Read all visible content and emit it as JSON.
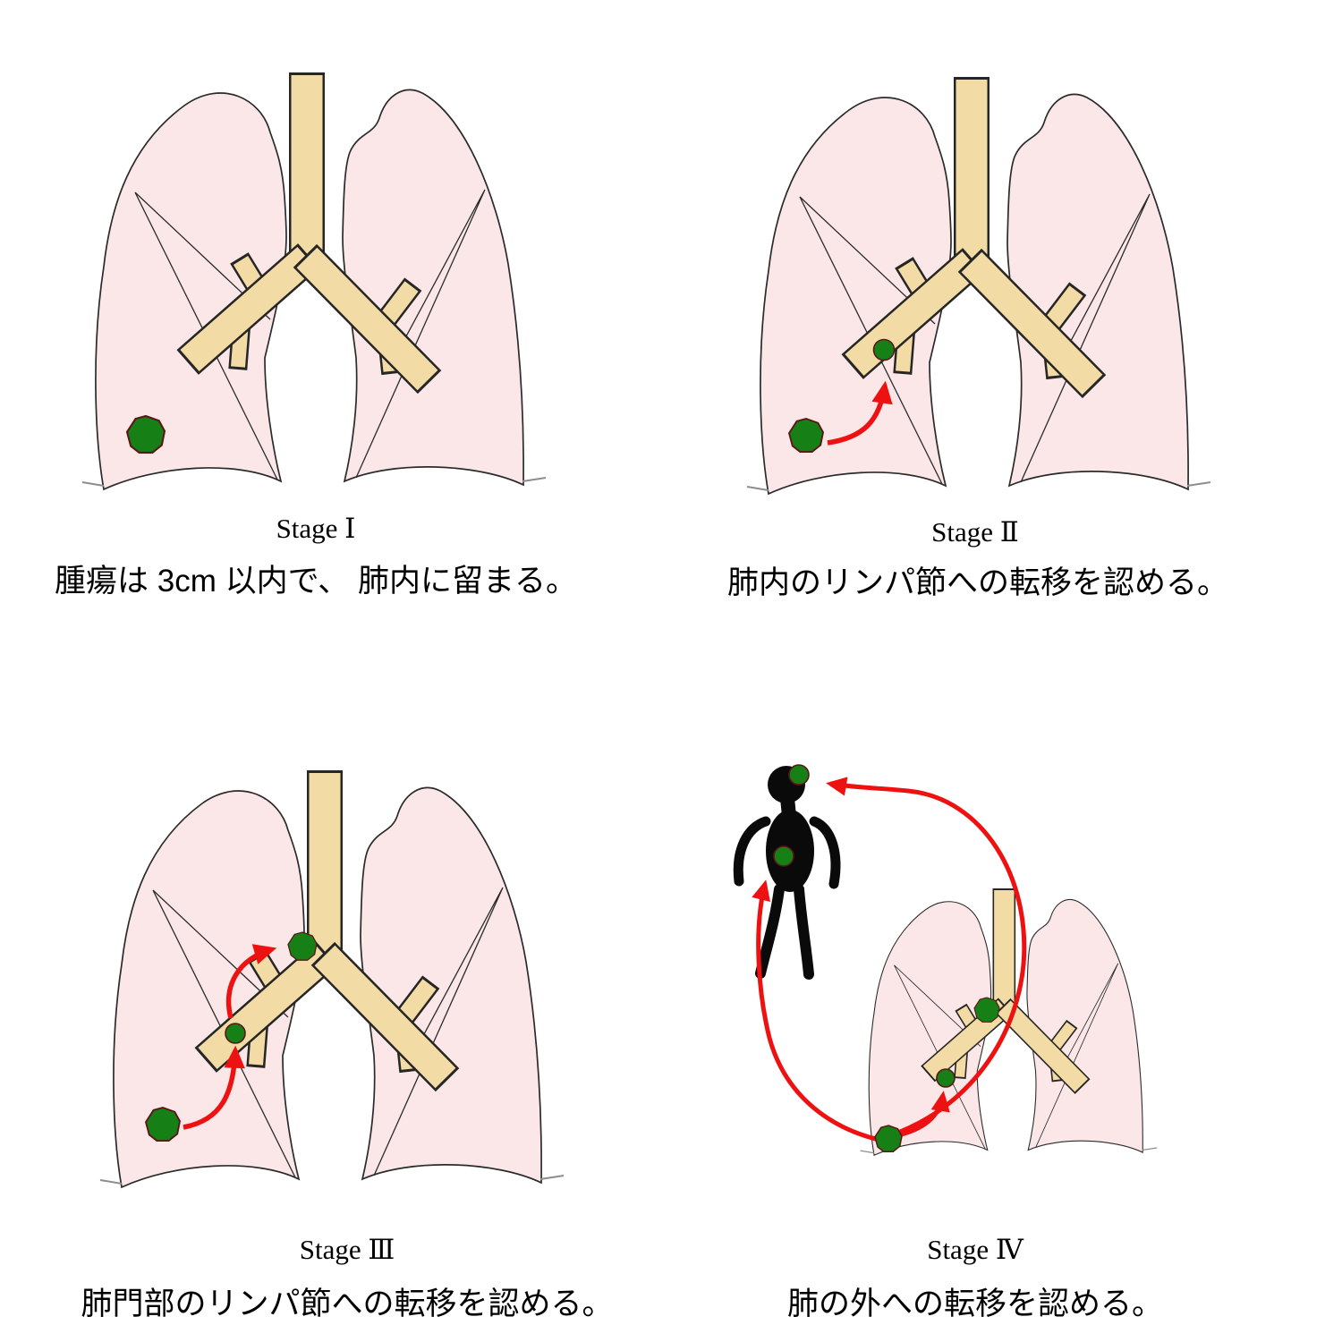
{
  "stages": [
    {
      "title": "Stage Ⅰ",
      "caption": "腫瘍は 3cm 以内で、 肺内に留まる。"
    },
    {
      "title": "Stage Ⅱ",
      "caption": "肺内のリンパ節への転移を認める。"
    },
    {
      "title": "Stage Ⅲ",
      "caption": "肺門部のリンパ節への転移を認める。"
    },
    {
      "title": "Stage Ⅳ",
      "caption": "肺の外への転移を認める。"
    }
  ],
  "colors": {
    "lung_fill": "#fbe7e8",
    "lung_outline": "#2b2b2b",
    "bronchi_fill": "#f2dba4",
    "tumor_green": "#168016",
    "tumor_outline": "#5b1717",
    "arrow_red": "#ee1111",
    "figure_black": "#0a0a0a",
    "background": "#ffffff"
  }
}
